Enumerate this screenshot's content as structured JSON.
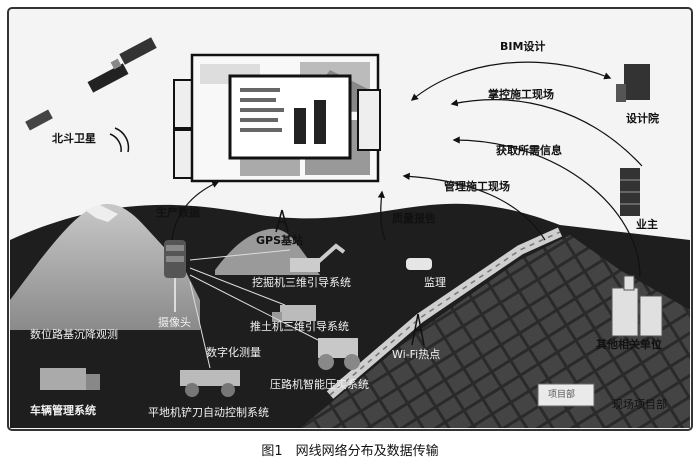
{
  "labels": {
    "beidou": "北斗卫星",
    "bim": "BIM设计",
    "design_institute": "设计院",
    "control_site": "掌控施工现场",
    "obtain_info": "获取所需信息",
    "owner": "业主",
    "manage_site": "管理施工现场",
    "quality_report": "质量报告",
    "production_data": "生产数据",
    "gps_base": "GPS基站",
    "excavator": "挖掘机三维引导系统",
    "monitor": "监理",
    "bulldozer": "推土机三维引导系统",
    "camera": "摄像头",
    "settlement": "数位路基沉降观测",
    "digital_survey": "数字化测量",
    "wifi": "Wi-Fi热点",
    "compactor": "压路机智能压实系统",
    "vehicle_mgmt": "车辆管理系统",
    "grader": "平地机铲刀自动控制系统",
    "other_units": "其他相关单位",
    "project_dept": "现场项目部",
    "building_sign": "项目部"
  },
  "caption": "图1　网线网络分布及数据传输"
}
